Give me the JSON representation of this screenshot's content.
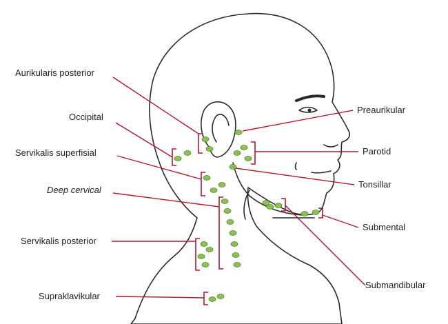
{
  "colors": {
    "skin": "#f2c9a3",
    "skin_shadow": "#e6b48d",
    "node": "#8cc152",
    "leader": "#b5172a",
    "text": "#222222"
  },
  "labels": {
    "aurikularis_posterior": "Aurikularis posterior",
    "occipital": "Occipital",
    "servikalis_superfisial": "Servikalis superfisial",
    "deep_cervical": "Deep cervical",
    "servikalis_posterior": "Servikalis posterior",
    "supraklavikular": "Supraklavikular",
    "preaurikular": "Preaurikular",
    "parotid": "Parotid",
    "tonsillar": "Tonsillar",
    "submental": "Submental",
    "submandibular": "Submandibular"
  }
}
